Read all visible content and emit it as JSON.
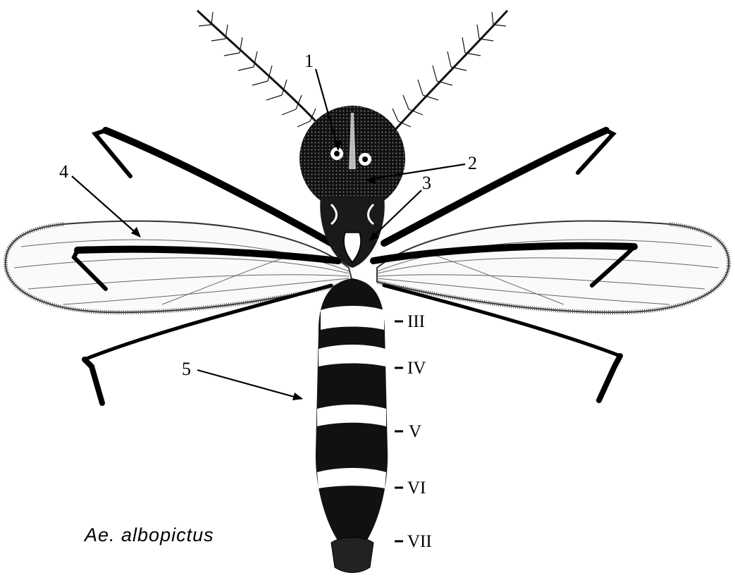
{
  "species_label": "Ae. albopictus",
  "callouts": [
    "1",
    "2",
    "3",
    "4",
    "5"
  ],
  "segments": [
    "III",
    "IV",
    "V",
    "VI",
    "VII"
  ],
  "colors": {
    "ink": "#000000",
    "paper": "#ffffff",
    "wing_fringe": "#555555"
  }
}
